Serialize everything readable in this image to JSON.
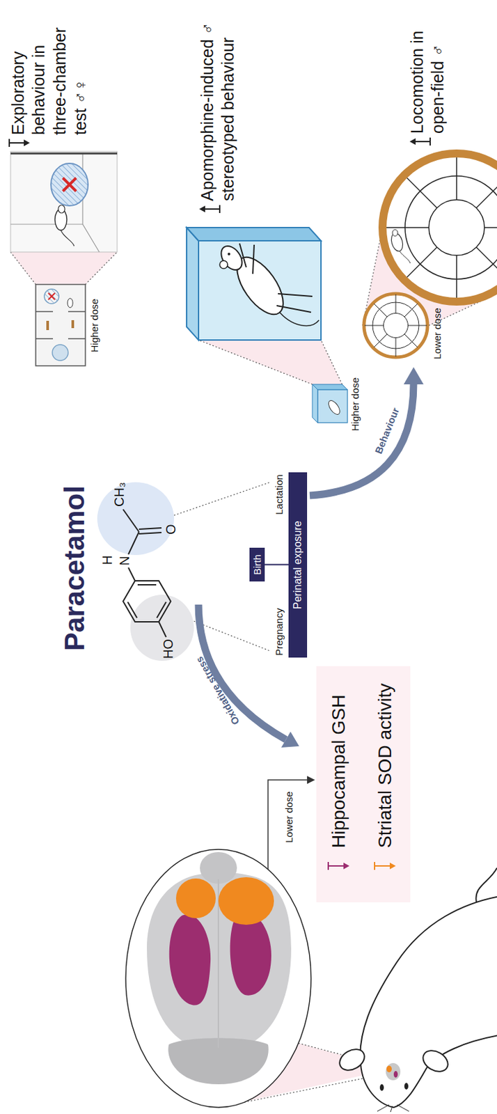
{
  "diagram": {
    "title": "Paracetamol",
    "nodes": [
      {
        "text": [
          "Hippocampal GSH",
          "Striatal SOD activity"
        ]
      },
      {
        "text": [
          "Birth"
        ]
      },
      {
        "text": [
          "Perinatal exposure"
        ]
      }
    ],
    "edges": [
      {
        "from": 1,
        "to": 2,
        "arrow": "none"
      }
    ],
    "labels": [
      "CH₃",
      "H",
      "N",
      "O",
      "HO",
      "Oxidative stress",
      "Lower dose",
      "Pregnancy",
      "Lactation",
      "Behaviour",
      "Higher dose",
      "Exploratory behaviour in three-chamber test ♂♀",
      "Higher dose",
      "Apomorphine-induced ♂ stereotyped behaviour",
      "Lower dose",
      "Locomotion in open-field ♂"
    ]
  }
}
